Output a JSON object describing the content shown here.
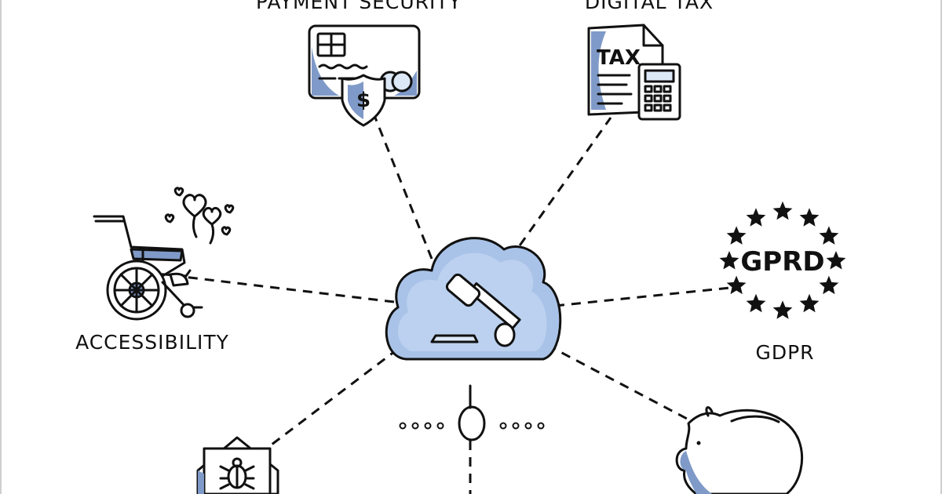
{
  "labels": {
    "payment_security": "PAYMENT SECURITY",
    "digital_tax": "DIGITAL TAX",
    "accessibility": "ACCESSIBILITY",
    "gdpr": "GDPR",
    "tax_sheet_text": "TAX",
    "gprd_badge_text": "GPRD"
  },
  "colors": {
    "ink": "#111111",
    "accent_blue": "#7f9ac8",
    "light_blue": "#bcd1ef"
  },
  "icons": [
    "legal-cloud-icon",
    "credit-card-shield-icon",
    "tax-document-icon",
    "calculator-icon",
    "wheelchair-icon",
    "hearts-balloons-icon",
    "eu-stars-icon",
    "email-bug-icon",
    "data-node-icon",
    "piggy-bank-icon"
  ]
}
